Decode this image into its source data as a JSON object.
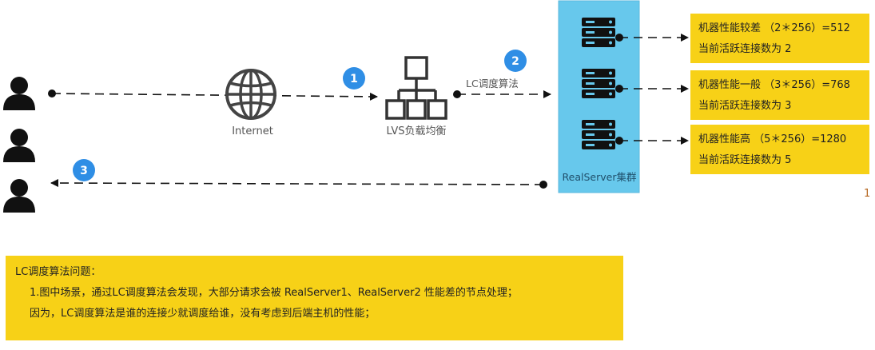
{
  "labels": {
    "internet": "Internet",
    "lvs": "LVS负载均衡",
    "algorithm": "LC调度算法",
    "cluster": "RealServer集群"
  },
  "steps": [
    "1",
    "2",
    "3"
  ],
  "servers": [
    {
      "line1": "机器性能较差 （2＊256）=512",
      "line2": "当前活跃连接数为 2"
    },
    {
      "line1": "机器性能一般 （3＊256）=768",
      "line2": "当前活跃连接数为 3"
    },
    {
      "line1": "机器性能高 （5＊256）=1280",
      "line2": "当前活跃连接数为 5"
    }
  ],
  "problem": {
    "title": "LC调度算法问题：",
    "line1": "1.图中场景，通过LC调度算法会发现，大部分请求会被  RealServer1、RealServer2 性能差的节点处理；",
    "line2": "因为，LC调度算法是谁的连接少就调度给谁，没有考虑到后端主机的性能；"
  },
  "stray_mark": "1",
  "colors": {
    "note_bg": "#f7d117",
    "cluster_bg": "#67c8ec",
    "badge": "#2f8ee5",
    "icon": "#111111"
  },
  "icons": [
    "user-icon",
    "globe-icon",
    "network-tree-icon",
    "server-rack-icon"
  ]
}
